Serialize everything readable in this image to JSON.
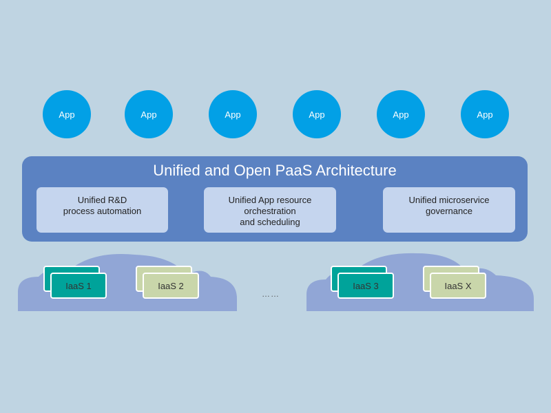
{
  "apps": [
    {
      "label": "App"
    },
    {
      "label": "App"
    },
    {
      "label": "App"
    },
    {
      "label": "App"
    },
    {
      "label": "App"
    },
    {
      "label": "App"
    }
  ],
  "paas": {
    "title": "Unified and Open PaaS Architecture",
    "modules": [
      {
        "label": "Unified R&D\nprocess automation"
      },
      {
        "label": "Unified App resource\norchestration\nand scheduling"
      },
      {
        "label": "Unified microservice\ngovernance"
      }
    ]
  },
  "iaas": [
    {
      "label": "IaaS 1"
    },
    {
      "label": "IaaS 2"
    },
    {
      "label": "IaaS 3"
    },
    {
      "label": "IaaS X"
    }
  ],
  "ellipsis": "……",
  "colors": {
    "background": "#bfd4e2",
    "app": "#02a0e6",
    "paas_panel": "#5b82c2",
    "module": "#c5d5ee",
    "cloud": "#91a6d6",
    "iaas_teal": "#00a39a",
    "iaas_sage": "#c9d6aa"
  }
}
